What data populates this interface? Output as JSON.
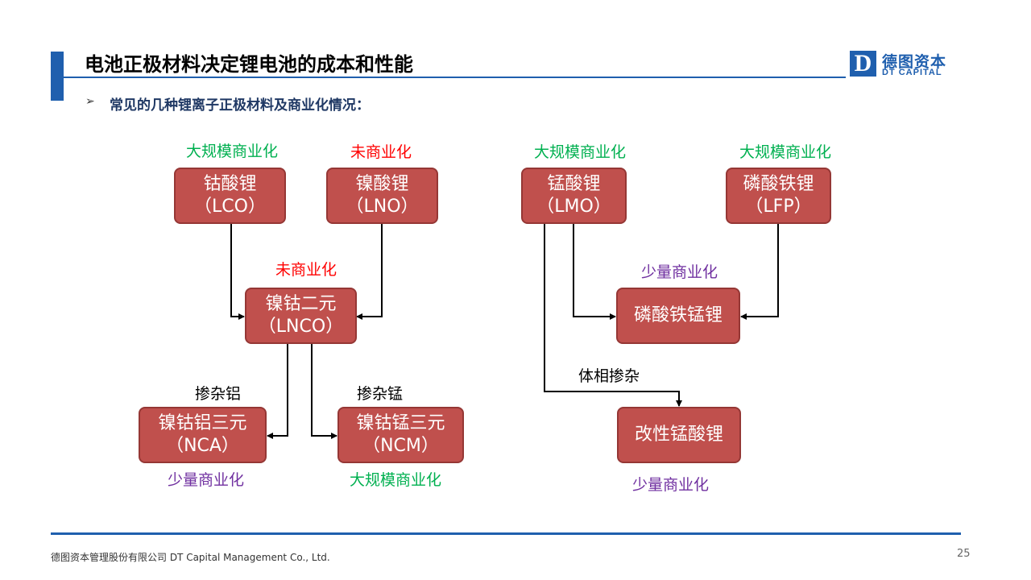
{
  "header": {
    "title": "电池正极材料决定锂电池的成本和性能",
    "logo_mark": "D",
    "logo_cn": "德图资本",
    "logo_en": "DT CAPITAL"
  },
  "subtitle": {
    "bullet_icon": "arrow-bullet-icon",
    "text": "常见的几种锂离子正极材料及商业化情况："
  },
  "nodes": {
    "lco": {
      "name": "钴酸锂",
      "code": "（LCO）"
    },
    "lno": {
      "name": "镍酸锂",
      "code": "（LNO）"
    },
    "lnco": {
      "name": "镍钴二元",
      "code": "（LNCO）"
    },
    "nca": {
      "name": "镍钴铝三元",
      "code": "（NCA）"
    },
    "ncm": {
      "name": "镍钴锰三元",
      "code": "（NCM）"
    },
    "lmo": {
      "name": "锰酸锂",
      "code": "（LMO）"
    },
    "lfp": {
      "name": "磷酸铁锂",
      "code": "（LFP）"
    },
    "lmfp": {
      "name": "磷酸铁锰锂"
    },
    "modified_lmo": {
      "name": "改性锰酸锂"
    }
  },
  "labels": {
    "lco_status": "大规模商业化",
    "lno_status": "未商业化",
    "lnco_status": "未商业化",
    "al_doping": "掺杂铝",
    "mn_doping": "掺杂锰",
    "nca_status": "少量商业化",
    "ncm_status": "大规模商业化",
    "lmo_status": "大规模商业化",
    "lfp_status": "大规模商业化",
    "lmfp_status": "少量商业化",
    "bulk_doping": "体相掺杂",
    "modified_lmo_status": "少量商业化"
  },
  "colors": {
    "brand_blue": "#1f5fae",
    "node_fill": "#c0504d",
    "large_scale": "#00b050",
    "not_commercial": "#ff0000",
    "small_scale": "#7030a0"
  },
  "footer": {
    "company": "德图资本管理股份有限公司  DT Capital Management Co., Ltd.",
    "page": "25"
  }
}
